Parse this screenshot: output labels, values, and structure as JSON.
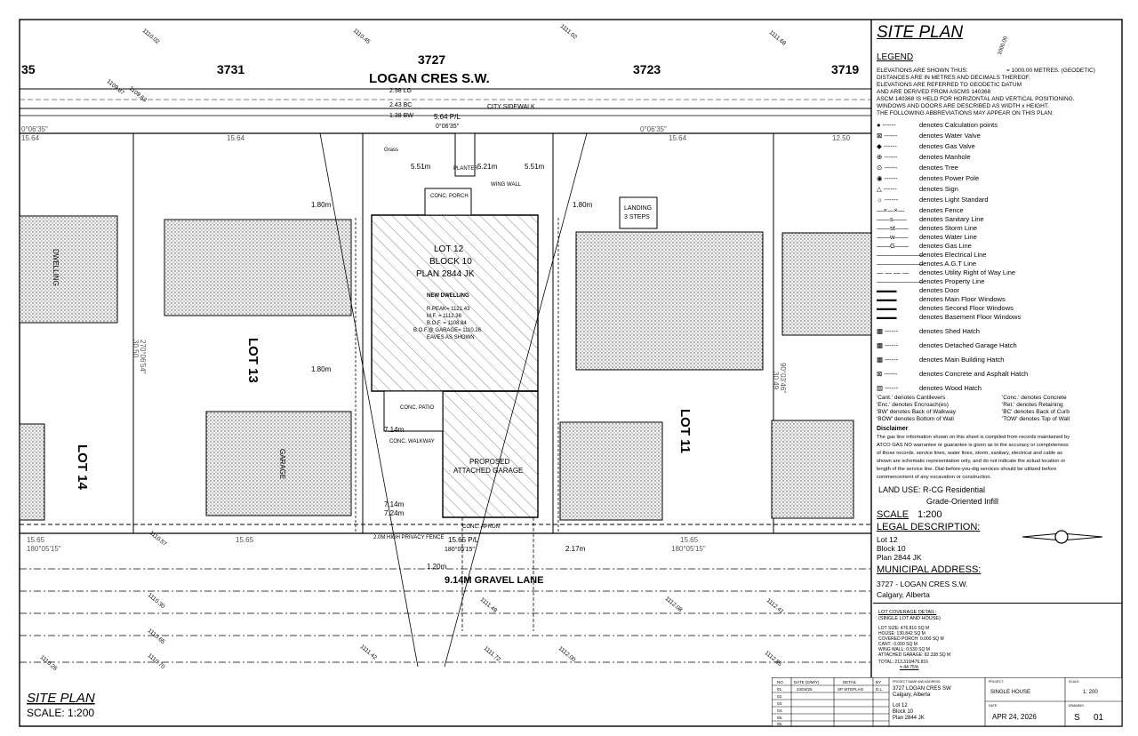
{
  "drawing": {
    "street_name": "LOGAN CRES S.W.",
    "lane_name": "9.14M GRAVEL LANE",
    "addresses": [
      "35",
      "3731",
      "3727",
      "3723",
      "3719"
    ],
    "city_sidewalk": "CITY SIDEWALK",
    "road_dims": [
      "2.98 LG",
      "2.43 BC",
      "1.38 BW"
    ],
    "subject_lot": {
      "lot": "LOT 12",
      "block": "BLOCK 10",
      "plan": "PLAN 2844 JK",
      "new_dwelling": "NEW DWELLING",
      "elevations": [
        "R.PEAK= 1121.43",
        "M.F.   = 1112.36",
        "B.O.F. = 1108.84",
        "B.O.F.@ GARAGE= 1110.26",
        "EAVES AS SHOWN"
      ],
      "garage_label": [
        "PROPOSED",
        "ATTACHED GARAGE"
      ],
      "front_pl": "5.64 P/L",
      "front_bearing": "0°06'35\"",
      "rear_pl": "15.65 P/L",
      "rear_bearing": "180°05'15\"",
      "conc_porch": "CONC. PORCH",
      "wing_wall": "WING WALL",
      "planter": "PLANTER",
      "conc_patio": "CONC. PATIO",
      "conc_walkway": "CONC. WALKWAY",
      "conc_apron": "CONC. APRON",
      "grass": "Grass",
      "privacy_fence": "2.0M HIGH PRIVACY FENCE",
      "side_setbacks": [
        "1.80m",
        "1.80m",
        "1.80m"
      ],
      "depths": [
        "5.51m",
        "5.21m",
        "5.51m",
        "7.14m",
        "7.14m",
        "7.24m",
        "2.17m",
        "1.20m"
      ]
    },
    "neighbor_lots": [
      "LOT 13",
      "LOT 14",
      "LOT 11"
    ],
    "neighbor_labels": [
      "DWELLING",
      "GARAGE",
      "LANDING",
      "3 STEPS"
    ],
    "frontage_dims": [
      "15.64",
      "15.64",
      "15.64",
      "12.50"
    ],
    "rear_dims": [
      "15.65",
      "15.65",
      "15.65"
    ],
    "side_dims": [
      "30.50",
      "270°06'54\"",
      "30.49",
      "90°03'46\""
    ],
    "front_bearings": [
      "0°06'35\"",
      "0°06'35\""
    ],
    "rear_bearings": [
      "180°05'15\"",
      "180°05'15\""
    ],
    "spot_elevations": [
      "1110.02",
      "1110.45",
      "1111.02",
      "1111.68",
      "1109.87",
      "1109.63",
      "1110.57",
      "1110.30",
      "1110.65",
      "1110.26",
      "1110.70",
      "1111.42",
      "1111.49",
      "1111.72",
      "1112.00",
      "1112.08",
      "1112.41",
      "1112.85"
    ],
    "footer_title": "SITE PLAN",
    "footer_scale": "SCALE:  1:200"
  },
  "panel": {
    "title": "SITE PLAN",
    "legend_heading": "LEGEND",
    "legend_notes": [
      "ELEVATIONS ARE SHOWN THUS:",
      "DISTANCES ARE IN METRES AND DECIMALS THEREOF.",
      "ELEVATIONS ARE REFERRED TO GEODETIC DATUM",
      "AND ARE DERIVED FROM ASCMS 140368",
      "ASCM 140368 IS HELD FOR HORIZONTAL AND VERTICAL POSITIONING.",
      "WINDOWS AND DOORS ARE DESCRIBED AS WIDTH x HEIGHT.",
      "THE FOLLOWING ABBREVIATIONS MAY APPEAR ON THIS PLAN:"
    ],
    "elevation_example": "= 1000.00 METRES. (GEODETIC)",
    "elevation_rotated": "1000.00",
    "legend_items": [
      "denotes Calculation points",
      "denotes Water Valve",
      "denotes Gas Valve",
      "denotes Manhole",
      "denotes Tree",
      "denotes Power Pole",
      "denotes Sign",
      "denotes Light Standard",
      "denotes Fence",
      "denotes Sanitary Line",
      "denotes Storm Line",
      "denotes Water Line",
      "denotes Gas Line",
      "denotes Electrical Line",
      "denotes A.G.T Line",
      "denotes Utility Right of Way Line",
      "denotes Property Line",
      "denotes Door",
      "denotes Main Floor Windows",
      "denotes Second Floor Windows",
      "denotes Basement Floor Windows",
      "denotes Shed Hatch",
      "denotes Detached Garage Hatch",
      "denotes Main Building Hatch",
      "denotes Concrete and Asphalt Hatch",
      "denotes Wood Hatch"
    ],
    "abbreviations_left": [
      "'Cant.' denotes Cantilevers",
      "'Enc.' denotes Encroach(es)",
      "'BW' denotes Back of Walkway",
      "'BOW' denotes Bottom of Wall"
    ],
    "abbreviations_right": [
      "'Conc.' denotes Concrete",
      "'Ret.' denotes Retaining",
      "'BC' denotes Back of Curb",
      "'TOW' denotes Top of Wall"
    ],
    "disclaimer_heading": "Disclaimer",
    "disclaimer_lines": [
      "The gas line information shown on this sheet is compiled from records maintained by",
      "ATCO GAS NO warrantee or guarantee is given as to the accuracy or completeness",
      "of those records. service lines, water lines, storm, sanitary, electrical and cable as",
      "shown are schematic representation only, and do not indicate the actual location or",
      "length of the service line. Dial-before-you-dig services should be utilized before",
      "commencement of any excavation or construction."
    ],
    "land_use": "LAND USE:  R-CG Residential",
    "land_use_2": "Grade-Oriented Infill",
    "scale_label": "SCALE",
    "scale_value": "1:200",
    "legal_heading": "LEGAL DESCRIPTION:",
    "legal_lines": [
      "Lot 12",
      "Block 10",
      "Plan 2844 JK"
    ],
    "municipal_heading": "MUNICIPAL ADDRESS:",
    "municipal_lines": [
      "3727  - LOGAN CRES S.W.",
      "Calgary, Alberta"
    ],
    "coverage_heading": "LOT COVERAGE DETAIL:",
    "coverage_sub": "(SINGLE LOT AND HOUSE)",
    "coverage_lines": [
      "LOT SIZE:  476.816 SQ M",
      "HOUSE:  130.842 SQ M",
      "COVERED PORCH: 0.000 SQ M",
      "CANT.:  0.000 SQ M",
      "WING WALL:  0.530 SQ M",
      "ATTACHED GARAGE:  82.338 SQ M"
    ],
    "coverage_total": "TOTAL:  213.310/476.816",
    "coverage_pct": "= 44.75%"
  },
  "title_block": {
    "headers": [
      "NO.",
      "DATE (D/M/Y)",
      "DETAIL",
      "BY"
    ],
    "row1": [
      "01.",
      "24/04/26",
      "SP SITEPLAN",
      "D.L."
    ],
    "row_nums": [
      "02.",
      "03.",
      "04.",
      "05.",
      "06."
    ],
    "project_label": "PROJECT NAME AND ADDRESS:",
    "project_lines": [
      "3727 LOGAN CRES SW",
      "Calgary, Alberta",
      "Lot 12",
      "Block 10",
      "Plan 2844 JK"
    ],
    "project_type_label": "PROJECT:",
    "project_type": "SINGLE HOUSE",
    "scale_label": "SCALE:",
    "scale": "1: 200",
    "date_label": "DATE:",
    "date": "APR 24, 2026",
    "drawing_label": "DRAWING:",
    "sheet": "S",
    "sheet_no": "01"
  }
}
